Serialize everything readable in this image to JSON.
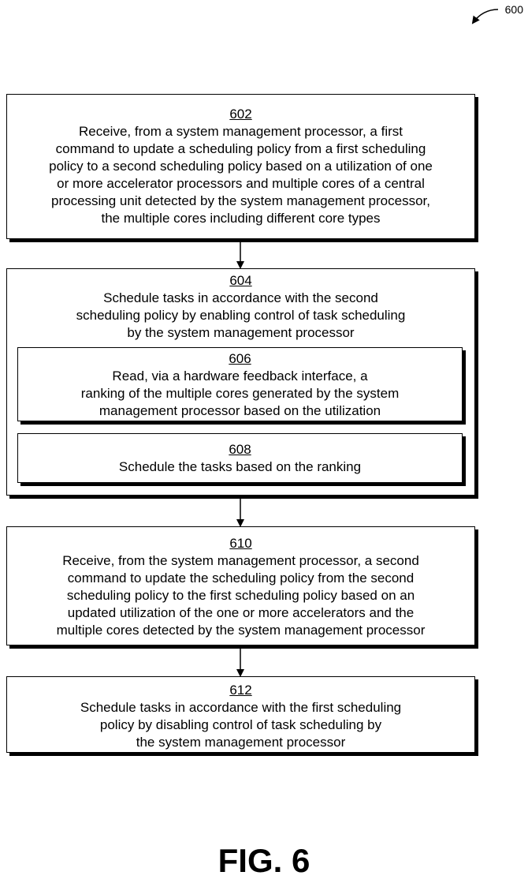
{
  "figure_ref": "600",
  "figure_caption": "FIG. 6",
  "steps": {
    "s602": {
      "number": "602",
      "lines": [
        "Receive, from a system management processor, a first",
        "command to update a scheduling policy from a first scheduling",
        "policy to a second scheduling policy based on a utilization of one",
        "or more accelerator processors and multiple cores of a central",
        "processing unit detected by the system management processor,",
        "the multiple cores including different core types"
      ]
    },
    "s604": {
      "number": "604",
      "lines": [
        "Schedule tasks in accordance with the second",
        "scheduling policy by enabling control of task scheduling",
        "by the system management processor"
      ]
    },
    "s606": {
      "number": "606",
      "lines": [
        "Read, via a hardware feedback interface, a",
        "ranking of the multiple cores generated by the system",
        "management processor based on the utilization"
      ]
    },
    "s608": {
      "number": "608",
      "lines": [
        "Schedule the tasks based on the ranking"
      ]
    },
    "s610": {
      "number": "610",
      "lines": [
        "Receive, from the system management processor, a second",
        "command to update the scheduling policy from the second",
        "scheduling policy to the first scheduling policy based on an",
        "updated utilization of the one or more accelerators and the",
        "multiple cores detected by the system management processor"
      ]
    },
    "s612": {
      "number": "612",
      "lines": [
        "Schedule tasks in accordance with the first scheduling",
        "policy by disabling control of task scheduling by",
        "the system management processor"
      ]
    }
  }
}
